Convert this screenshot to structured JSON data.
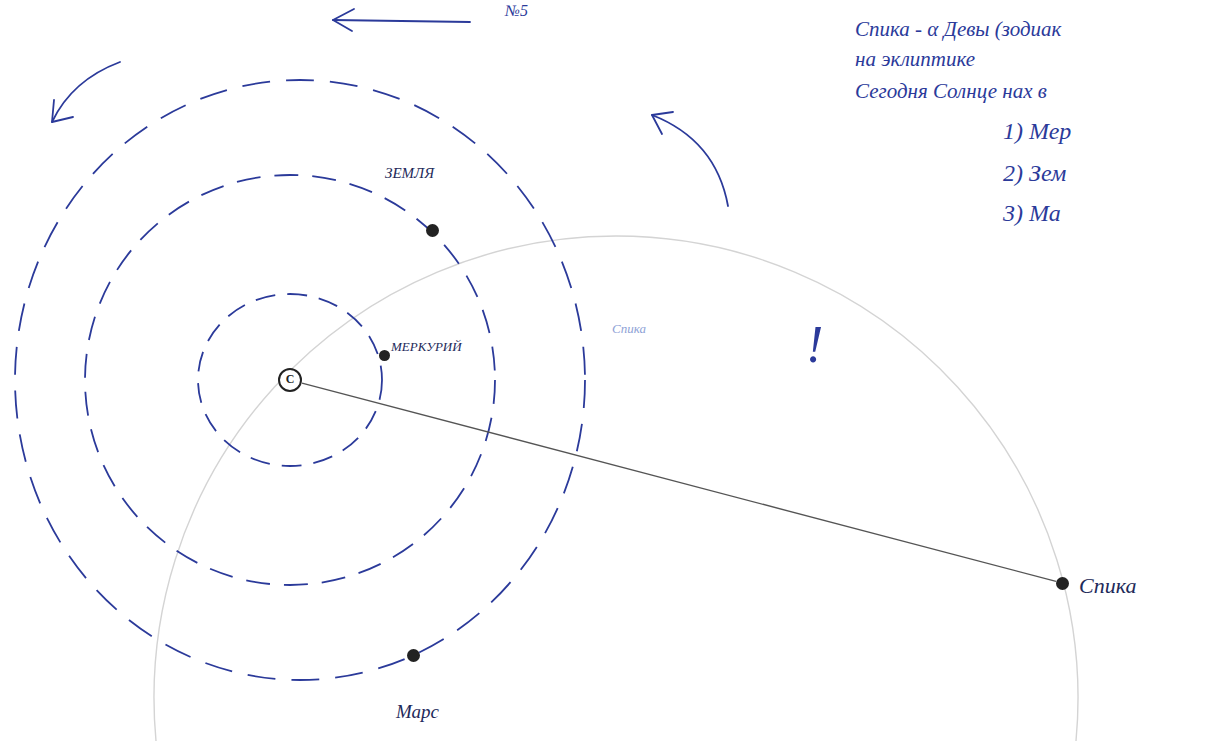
{
  "diagram": {
    "nodes": [
      {
        "text": [
          "С"
        ]
      },
      {
        "text": [
          "МЕРКУРИЙ"
        ]
      },
      {
        "text": [
          "ЗЕМЛЯ"
        ]
      },
      {
        "text": [
          "Марс"
        ]
      },
      {
        "text": [
          "Спика"
        ]
      }
    ],
    "edges": [
      {
        "from": 0,
        "to": 4,
        "arrow": "none"
      }
    ],
    "labels": [
      "№5",
      "Спика - α Девы (зодиак",
      "на эклиптике",
      "Сегодня Солнце нах в",
      "Спика",
      "!",
      "1) Мер",
      "2) Зем",
      "3) Ма"
    ]
  }
}
